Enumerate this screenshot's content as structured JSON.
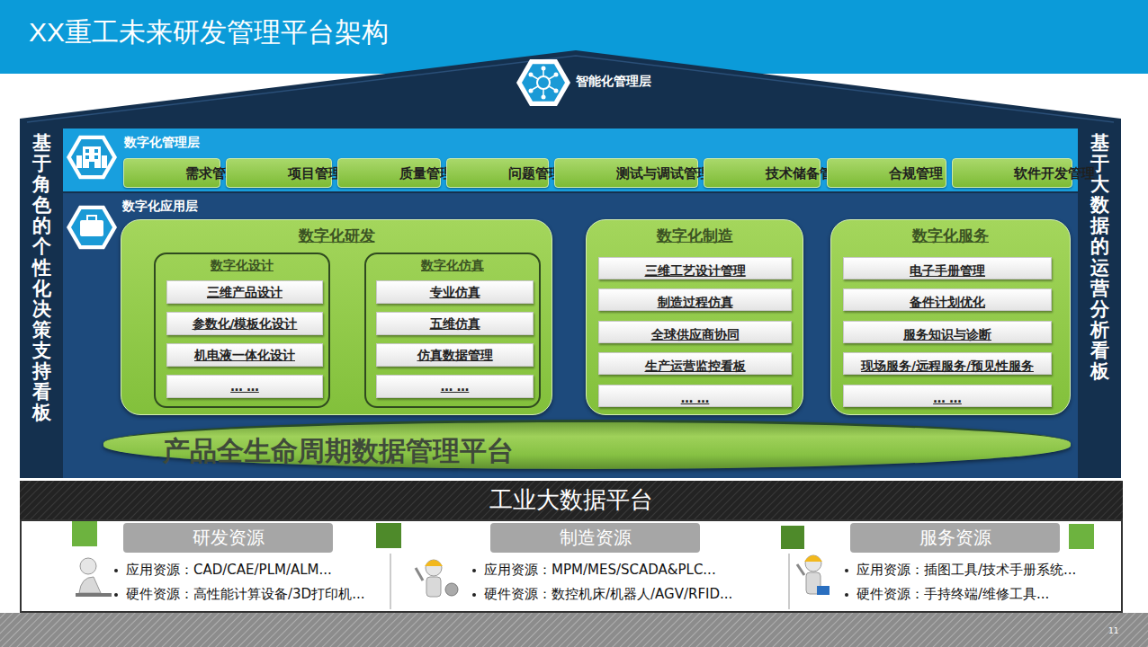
{
  "diagram": {
    "title": "XX重工未来研发管理平台架构",
    "nodes": [
      {
        "text": [
          "智能化管理层"
        ]
      },
      {
        "text": [
          "基于角色的个性化决策支持看板"
        ]
      },
      {
        "text": [
          "基于大数据的运营分析看板"
        ]
      },
      {
        "text": [
          "数字化管理层"
        ]
      },
      {
        "text": [
          "需求管理"
        ],
        "in": 3
      },
      {
        "text": [
          "项目管理"
        ],
        "in": 3
      },
      {
        "text": [
          "质量管理"
        ],
        "in": 3
      },
      {
        "text": [
          "问题管理"
        ],
        "in": 3
      },
      {
        "text": [
          "测试与调试管理"
        ],
        "in": 3
      },
      {
        "text": [
          "技术储备管理"
        ],
        "in": 3
      },
      {
        "text": [
          "合规管理"
        ],
        "in": 3
      },
      {
        "text": [
          "软件开发管理"
        ],
        "in": 3
      },
      {
        "text": [
          "数字化应用层"
        ]
      },
      {
        "text": [
          "数字化研发"
        ],
        "in": 12
      },
      {
        "text": [
          "数字化设计"
        ],
        "in": 13
      },
      {
        "text": [
          "三维产品设计"
        ],
        "in": 14
      },
      {
        "text": [
          "参数化/模板化设计"
        ],
        "in": 14
      },
      {
        "text": [
          "机电液一体化设计"
        ],
        "in": 14
      },
      {
        "text": [
          "… …"
        ],
        "in": 14
      },
      {
        "text": [
          "数字化仿真"
        ],
        "in": 13
      },
      {
        "text": [
          "专业仿真"
        ],
        "in": 19
      },
      {
        "text": [
          "五维仿真"
        ],
        "in": 19
      },
      {
        "text": [
          "仿真数据管理"
        ],
        "in": 19
      },
      {
        "text": [
          "… …"
        ],
        "in": 19
      },
      {
        "text": [
          "数字化制造"
        ],
        "in": 12
      },
      {
        "text": [
          "三维工艺设计管理"
        ],
        "in": 24
      },
      {
        "text": [
          "制造过程仿真"
        ],
        "in": 24
      },
      {
        "text": [
          "全球供应商协同"
        ],
        "in": 24
      },
      {
        "text": [
          "生产运营监控看板"
        ],
        "in": 24
      },
      {
        "text": [
          "… …"
        ],
        "in": 24
      },
      {
        "text": [
          "数字化服务"
        ],
        "in": 12
      },
      {
        "text": [
          "电子手册管理"
        ],
        "in": 30
      },
      {
        "text": [
          "备件计划优化"
        ],
        "in": 30
      },
      {
        "text": [
          "服务知识与诊断"
        ],
        "in": 30
      },
      {
        "text": [
          "现场服务/远程服务/预见性服务"
        ],
        "in": 30
      },
      {
        "text": [
          "… …"
        ],
        "in": 30
      },
      {
        "text": [
          "产品全生命周期数据管理平台"
        ],
        "in": 12
      },
      {
        "text": [
          "工业大数据平台"
        ]
      },
      {
        "text": [
          "研发资源",
          "应用资源：CAD/CAE/PLM/ALM...",
          "硬件资源：高性能计算设备/3D打印机..."
        ]
      },
      {
        "text": [
          "制造资源",
          "应用资源：MPM/MES/SCADA&PLC...",
          "硬件资源：数控机床/机器人/AGV/RFID..."
        ]
      },
      {
        "text": [
          "服务资源",
          "应用资源：插图工具/技术手册系统...",
          "硬件资源：手持终端/维修工具..."
        ]
      }
    ],
    "labels": [
      "11"
    ]
  }
}
